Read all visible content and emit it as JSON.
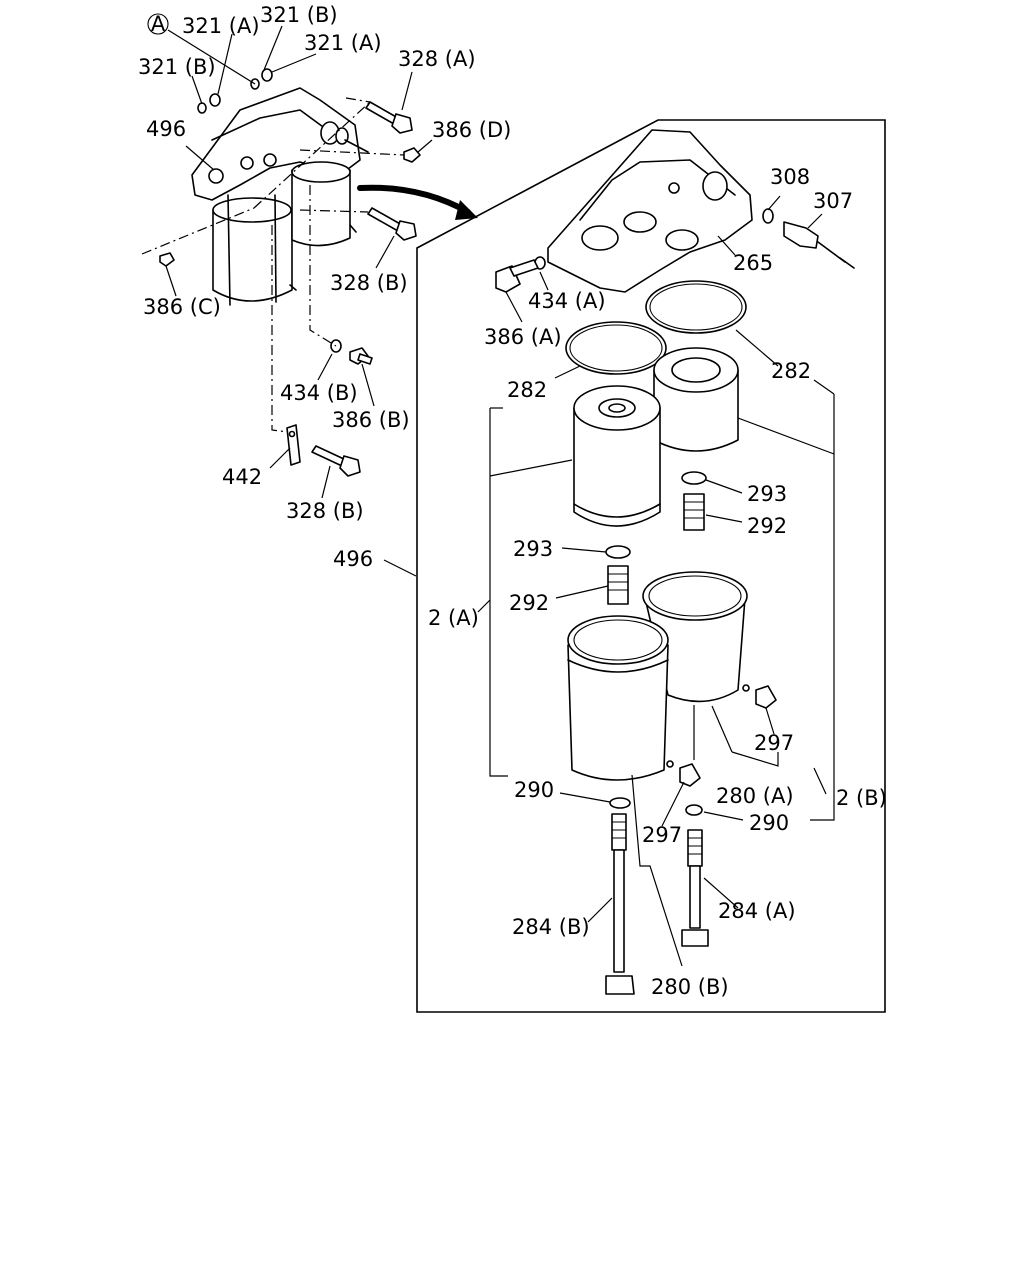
{
  "reference_marker": "A",
  "labels": {
    "l321A_top": "321 (A)",
    "l321B_top": "321 (B)",
    "l321A_2": "321 (A)",
    "l321B_left": "321 (B)",
    "l328A": "328 (A)",
    "l386D": "386 (D)",
    "l496_top": "496",
    "l328B_mid": "328 (B)",
    "l386C": "386 (C)",
    "l434B": "434 (B)",
    "l386B": "386 (B)",
    "l442": "442",
    "l328B_bot": "328 (B)",
    "l308": "308",
    "l307": "307",
    "l265": "265",
    "l434A": "434 (A)",
    "l386A": "386 (A)",
    "l282_left": "282",
    "l282_right": "282",
    "l293_right": "293",
    "l292_right": "292",
    "l293_left": "293",
    "l292_left": "292",
    "l496_mid": "496",
    "l2A": "2 (A)",
    "l297_right": "297",
    "l280A": "280 (A)",
    "l2B": "2 (B)",
    "l290_left": "290",
    "l290_right": "290",
    "l297_bot": "297",
    "l284B": "284 (B)",
    "l284A": "284 (A)",
    "l280B": "280 (B)"
  }
}
